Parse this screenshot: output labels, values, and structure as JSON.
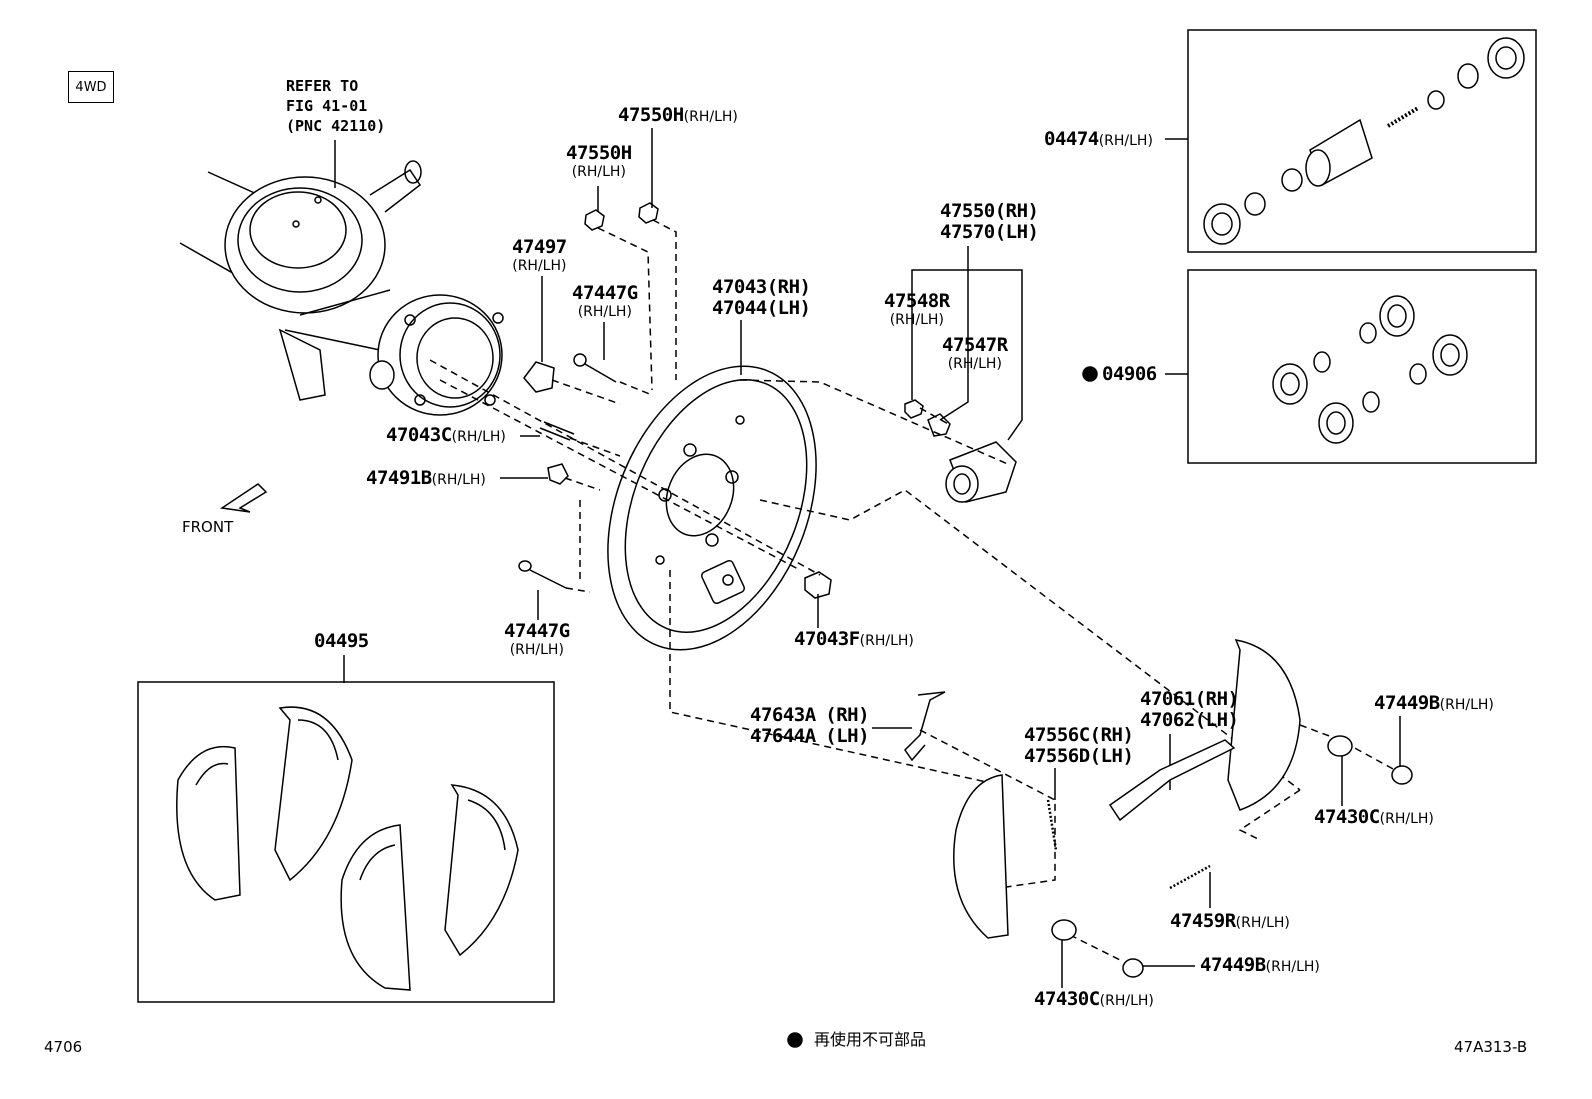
{
  "badge": "4WD",
  "refer": [
    "REFER TO",
    "FIG 41-01",
    "(PNC 42110)"
  ],
  "front_label": "FRONT",
  "parts": {
    "p47550H_top": {
      "num": "47550H",
      "side": "(RH/LH)"
    },
    "p47550H_left": {
      "num": "47550H",
      "side": "(RH/LH)"
    },
    "p47497": {
      "num": "47497",
      "side": "(RH/LH)"
    },
    "p47447G_top": {
      "num": "47447G",
      "side": "(RH/LH)"
    },
    "p47043": {
      "num1": "47043",
      "side1": "(RH)",
      "num2": "47044",
      "side2": "(LH)"
    },
    "p47550": {
      "num1": "47550",
      "side1": "(RH)",
      "num2": "47570",
      "side2": "(LH)"
    },
    "p47548R": {
      "num": "47548R",
      "side": "(RH/LH)"
    },
    "p47547R": {
      "num": "47547R",
      "side": "(RH/LH)"
    },
    "p47043C": {
      "num": "47043C",
      "side": "(RH/LH)"
    },
    "p47491B": {
      "num": "47491B",
      "side": "(RH/LH)"
    },
    "p47447G_bot": {
      "num": "47447G",
      "side": "(RH/LH)"
    },
    "p47043F": {
      "num": "47043F",
      "side": "(RH/LH)"
    },
    "p04495": {
      "num": "04495"
    },
    "p04474": {
      "num": "04474",
      "side": "(RH/LH)"
    },
    "p04906": {
      "num": "04906"
    },
    "p47643A": {
      "num1": "47643A",
      "side1": "(RH)",
      "num2": "47644A",
      "side2": "(LH)"
    },
    "p47556C": {
      "num1": "47556C",
      "side1": "(RH)",
      "num2": "47556D",
      "side2": "(LH)"
    },
    "p47061": {
      "num1": "47061",
      "side1": "(RH)",
      "num2": "47062",
      "side2": "(LH)"
    },
    "p47449B_top": {
      "num": "47449B",
      "side": "(RH/LH)"
    },
    "p47430C_right": {
      "num": "47430C",
      "side": "(RH/LH)"
    },
    "p47459R": {
      "num": "47459R",
      "side": "(RH/LH)"
    },
    "p47449B_bot": {
      "num": "47449B",
      "side": "(RH/LH)"
    },
    "p47430C_bot": {
      "num": "47430C",
      "side": "(RH/LH)"
    }
  },
  "footer": {
    "left": "4706",
    "note": "再使用不可部品",
    "right": "47A313-B"
  }
}
